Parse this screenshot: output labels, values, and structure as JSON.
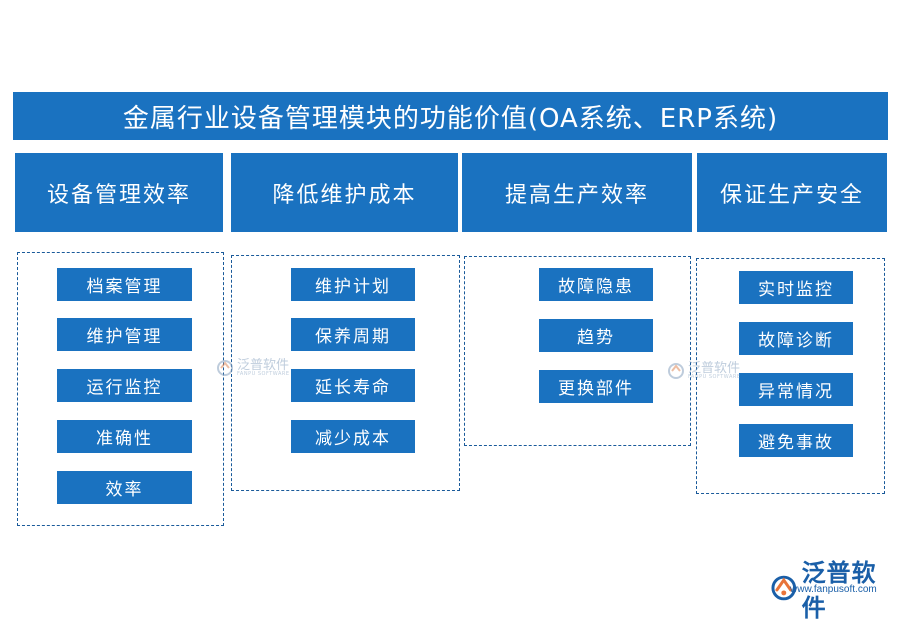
{
  "title": "金属行业设备管理模块的功能价值(OA系统、ERP系统)",
  "columns": [
    {
      "header": "设备管理效率",
      "items": [
        "档案管理",
        "维护管理",
        "运行监控",
        "准确性",
        "效率"
      ]
    },
    {
      "header": "降低维护成本",
      "items": [
        "维护计划",
        "保养周期",
        "延长寿命",
        "减少成本"
      ]
    },
    {
      "header": "提高生产效率",
      "items": [
        "故障隐患",
        "趋势",
        "更换部件"
      ]
    },
    {
      "header": "保证生产安全",
      "items": [
        "实时监控",
        "故障诊断",
        "异常情况",
        "避免事故"
      ]
    }
  ],
  "watermark": {
    "cn": "泛普软件",
    "en": "FANPU SOFTWARE"
  },
  "logo": {
    "brand": "泛普软件",
    "url": "www.fanpusoft.com"
  },
  "colors": {
    "primary": "#1a72c0",
    "border": "#1a5a9a",
    "logo": "#1a5fa8"
  }
}
